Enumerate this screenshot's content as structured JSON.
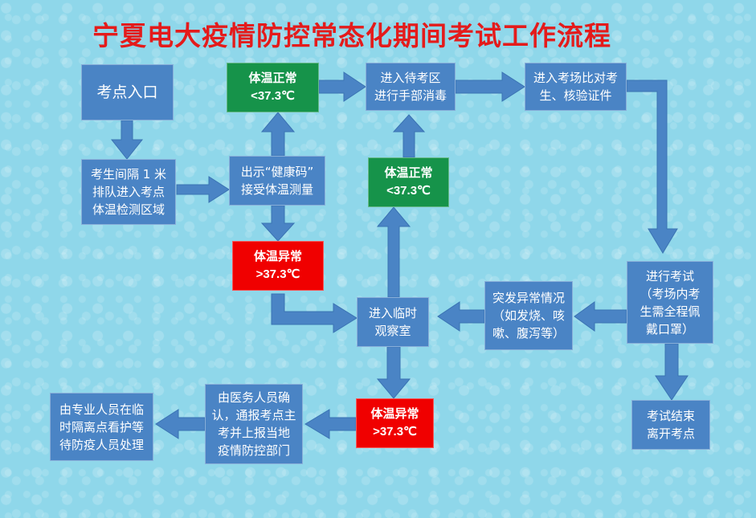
{
  "title": "宁夏电大疫情防控常态化期间考试工作流程",
  "nodes": {
    "entry": "考点入口",
    "queue": "考生间隔 1 米\n排队进入考点\n体温检测区域",
    "health_code": "出示“健康码”\n接受体温测量",
    "temp_normal_1": "体温正常\n<37.3℃",
    "waiting_area": "进入待考区\n进行手部消毒",
    "exam_room_check": "进入考场比对考\n生、核验证件",
    "temp_abnormal_1": "体温异常\n>37.3℃",
    "temp_normal_2": "体温正常\n<37.3℃",
    "observation_room": "进入临时\n观察室",
    "emergency": "突发异常情况\n（如发烧、咳\n嗽、腹泻等）",
    "in_exam": "进行考试\n（考场内考\n生需全程佩\n戴口罩）",
    "exam_end": "考试结束\n离开考点",
    "temp_abnormal_2": "体温异常\n>37.3℃",
    "medical_confirm": "由医务人员确\n认，通报考点主\n考并上报当地\n疫情防控部门",
    "isolation": "由专业人员在临\n时隔离点看护等\n待防疫人员处理"
  },
  "colors": {
    "process": "#4a84c5",
    "normal": "#16934a",
    "abnormal": "#f00000",
    "arrow": "#4a84c5",
    "title": "#e41b1b"
  }
}
